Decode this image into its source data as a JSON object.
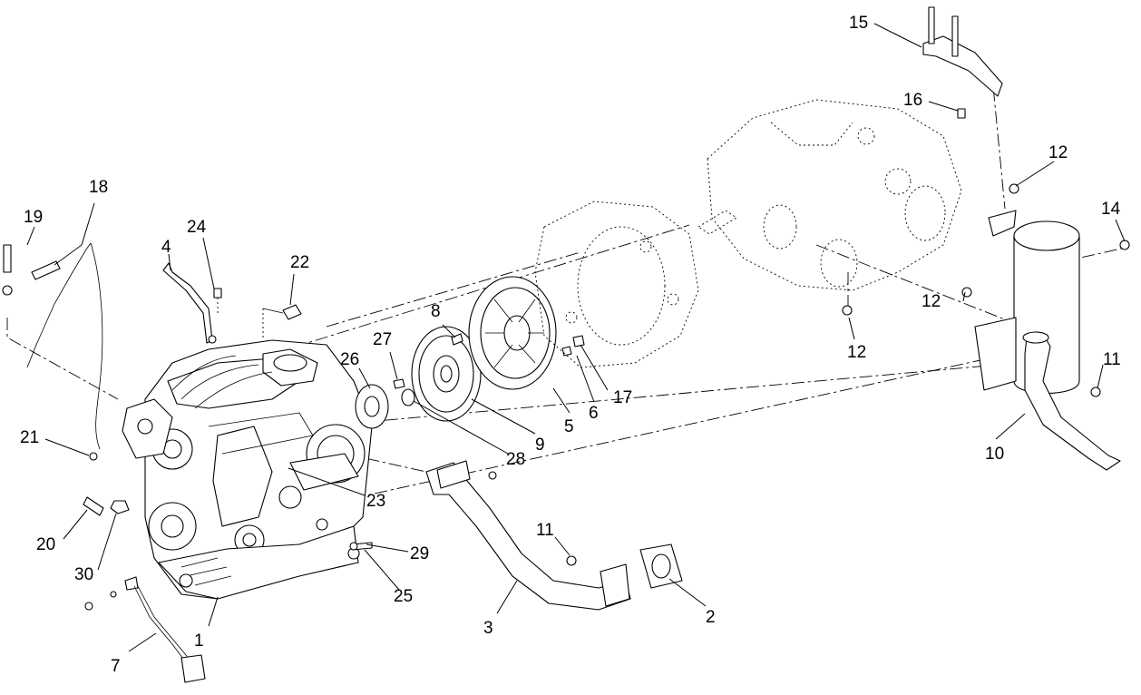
{
  "callouts": {
    "c1": "1",
    "c2": "2",
    "c3": "3",
    "c4": "4",
    "c5": "5",
    "c6": "6",
    "c7": "7",
    "c8": "8",
    "c9": "9",
    "c10": "10",
    "c11a": "11",
    "c11b": "11",
    "c12a": "12",
    "c12b": "12",
    "c12c": "12",
    "c14": "14",
    "c15": "15",
    "c16": "16",
    "c17": "17",
    "c18": "18",
    "c19": "19",
    "c20": "20",
    "c21": "21",
    "c22": "22",
    "c23": "23",
    "c24": "24",
    "c25": "25",
    "c26": "26",
    "c27": "27",
    "c28": "28",
    "c29": "29",
    "c30": "30"
  }
}
